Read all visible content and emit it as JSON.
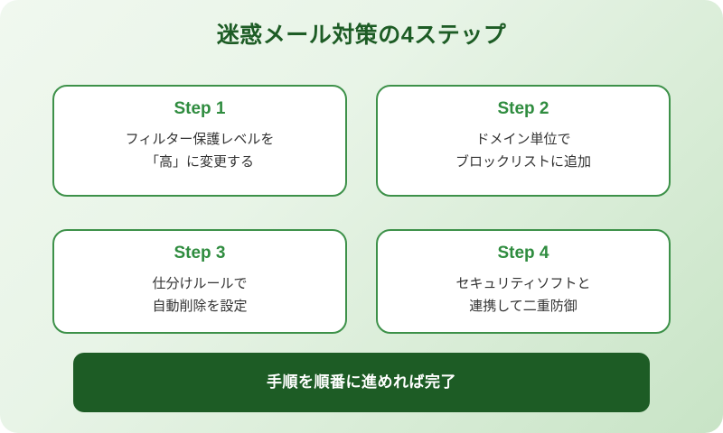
{
  "theme": {
    "background_gradient_from": "#f0f8ef",
    "background_gradient_to": "#c8e4c6",
    "title_color": "#1d5c25",
    "card_border_color": "#3d9149",
    "card_background": "#ffffff",
    "step_label_color": "#2f8c3f",
    "body_text_color": "#333333",
    "banner_background": "#1d5c25",
    "banner_text_color": "#ffffff"
  },
  "header": {
    "title": "迷惑メール対策の4ステップ"
  },
  "steps": [
    {
      "step_label": "Step 1",
      "line1": "フィルター保護レベルを",
      "line2": "「高」に変更する"
    },
    {
      "step_label": "Step 2",
      "line1": "ドメイン単位で",
      "line2": "ブロックリストに追加"
    },
    {
      "step_label": "Step 3",
      "line1": "仕分けルールで",
      "line2": "自動削除を設定"
    },
    {
      "step_label": "Step 4",
      "line1": "セキュリティソフトと",
      "line2": "連携して二重防御"
    }
  ],
  "footer": {
    "text": "手順を順番に進めれば完了"
  }
}
